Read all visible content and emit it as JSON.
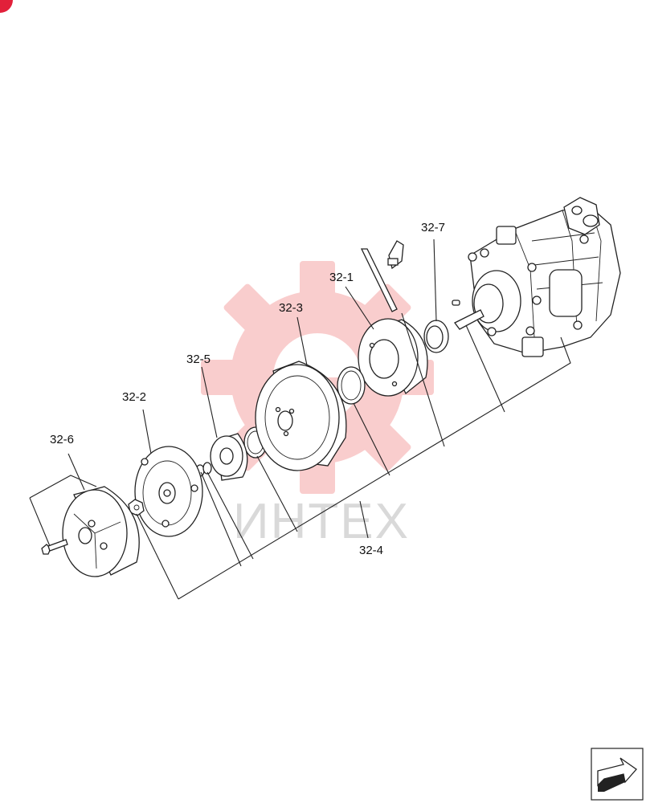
{
  "corner_badge": {
    "color": "#e2203a"
  },
  "watermark": {
    "text": "ИНТЕХ",
    "color": "#f5a6a6",
    "icon": "gear-watermark-icon"
  },
  "callouts": [
    {
      "id": "c1",
      "text": "32-1"
    },
    {
      "id": "c2",
      "text": "32-2"
    },
    {
      "id": "c3",
      "text": "32-3"
    },
    {
      "id": "c4",
      "text": "32-4"
    },
    {
      "id": "c5",
      "text": "32-5"
    },
    {
      "id": "c6",
      "text": "32-6"
    },
    {
      "id": "c7",
      "text": "32-7"
    }
  ],
  "nav": {
    "icon": "next-page-arrow-icon"
  }
}
